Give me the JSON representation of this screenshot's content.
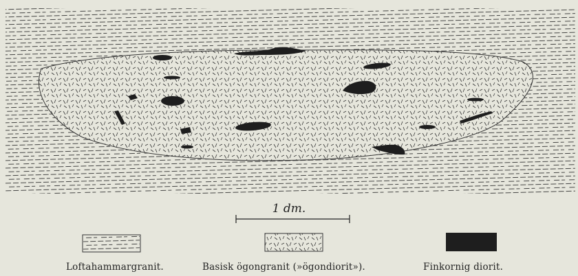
{
  "figure": {
    "background": "#e6e6dc",
    "ink": "#222222",
    "scale_label": "1 dm."
  },
  "legend": [
    {
      "key": "loftahammar",
      "label": "Loftahammargranit.",
      "pattern": "dashes"
    },
    {
      "key": "ogongranit",
      "label": "Basisk ögongranit (»ögondiorit»).",
      "pattern": "ticks"
    },
    {
      "key": "diorit",
      "label": "Finkornig diorit.",
      "pattern": "solid"
    }
  ]
}
